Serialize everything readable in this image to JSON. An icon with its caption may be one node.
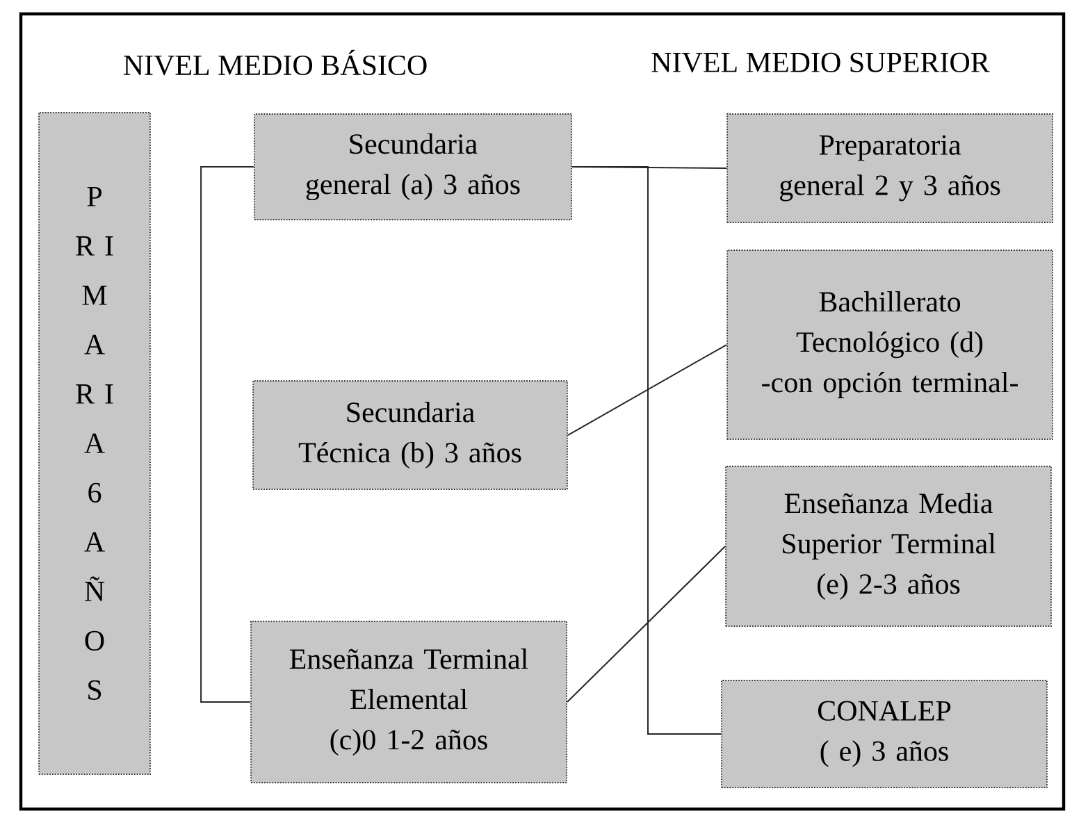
{
  "diagram": {
    "nodes": [
      {
        "text": [
          "P R I M A R I A 6 A Ñ O S"
        ]
      },
      {
        "text": [
          "Secundaria general (a) 3 años"
        ]
      },
      {
        "text": [
          "Secundaria Técnica (b) 3 años"
        ]
      },
      {
        "text": [
          "Enseñanza Terminal Elemental (c)0 1-2 años"
        ]
      },
      {
        "text": [
          "Preparatoria general 2 y 3 años"
        ]
      },
      {
        "text": [
          "Bachillerato Tecnológico (d) -con opción terminal-"
        ]
      },
      {
        "text": [
          "Enseñanza Media Superior Terminal (e) 2-3 años"
        ]
      },
      {
        "text": [
          "CONALEP ( e) 3 años"
        ]
      }
    ],
    "edges": [
      {
        "from": 1,
        "to": 3,
        "arrow": "none"
      },
      {
        "from": 1,
        "to": 4,
        "arrow": "none"
      },
      {
        "from": 1,
        "to": 7,
        "arrow": "none"
      },
      {
        "from": 2,
        "to": 5,
        "arrow": "none"
      },
      {
        "from": 3,
        "to": 6,
        "arrow": "none"
      }
    ],
    "labels": [
      "NIVEL MEDIO BÁSICO",
      "NIVEL MEDIO SUPERIOR"
    ]
  }
}
